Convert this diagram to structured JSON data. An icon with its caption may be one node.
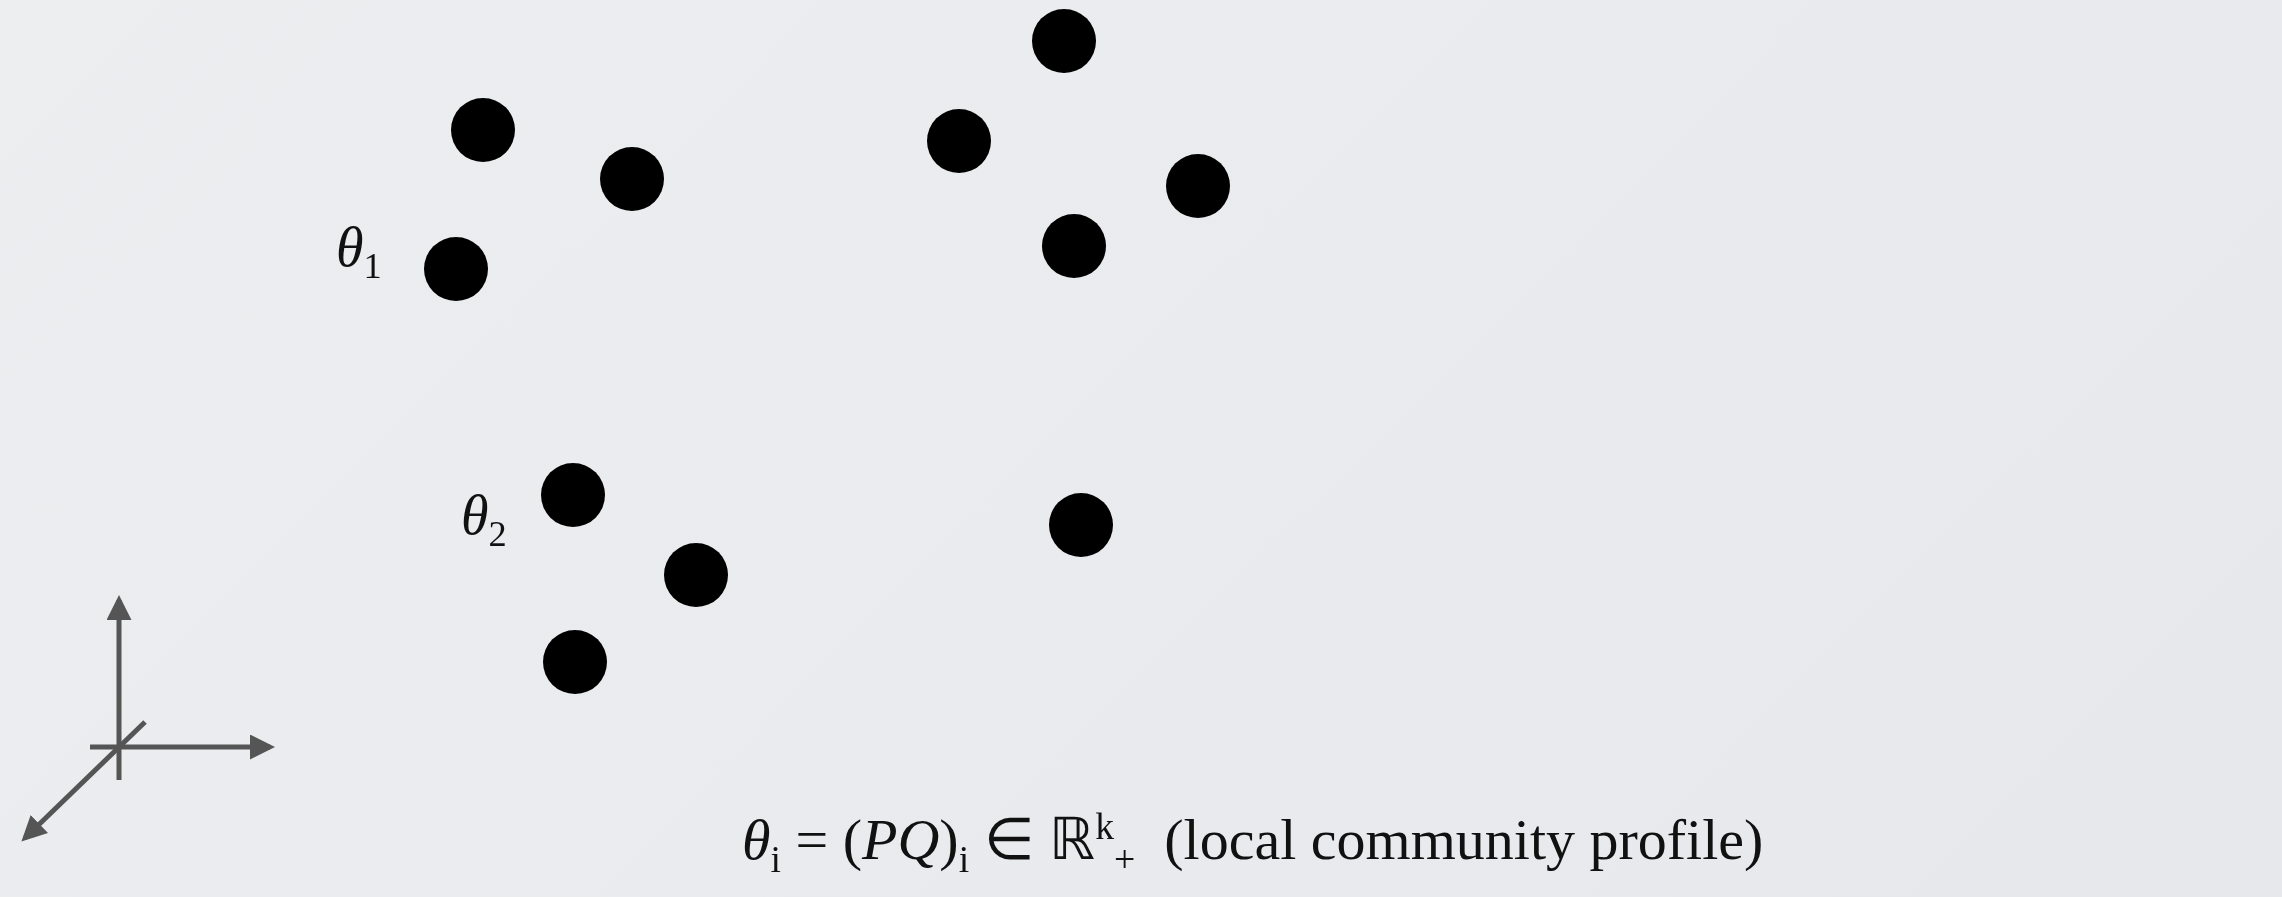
{
  "diagram": {
    "nodes": [
      {
        "text": [],
        "shape": "circle"
      },
      {
        "text": [],
        "shape": "circle"
      },
      {
        "text": [],
        "shape": "circle",
        "beside": [
          "*θ*$_{1}$"
        ]
      },
      {
        "text": [],
        "shape": "circle"
      },
      {
        "text": [],
        "shape": "circle"
      },
      {
        "text": [],
        "shape": "circle"
      },
      {
        "text": [],
        "shape": "circle"
      },
      {
        "text": [],
        "shape": "circle",
        "beside": [
          "*θ*$_{2}$"
        ]
      },
      {
        "text": [],
        "shape": "circle"
      },
      {
        "text": [],
        "shape": "circle"
      },
      {
        "text": [],
        "shape": "circle"
      }
    ],
    "edges": [],
    "labels": [
      "*θ*$_{i}$ = (*PQ*)$_{i}$ ∈ ℝ$^{k}$$_{+}$  (local community profile)"
    ]
  }
}
